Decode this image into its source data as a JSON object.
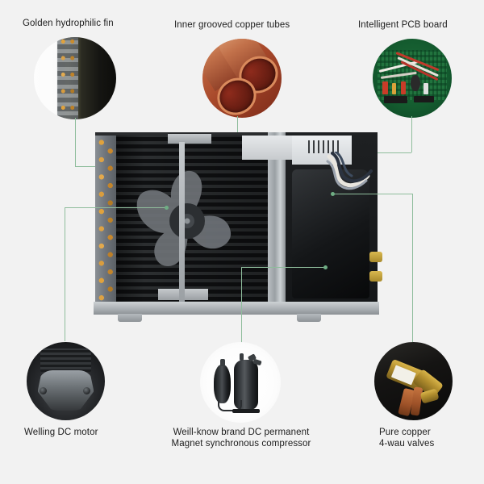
{
  "page": {
    "background_color": "#f2f2f2",
    "connector_color": "#8fbd9c",
    "text_color": "#1c1c1c"
  },
  "callouts": [
    {
      "id": "golden-hydrophilic-fin",
      "label": "Golden hydrophilic fin",
      "thumb": "fin-photo",
      "position": "top-left"
    },
    {
      "id": "inner-grooved-copper-tubes",
      "label": "Inner grooved copper tubes",
      "thumb": "copper-tubes-photo",
      "position": "top-center"
    },
    {
      "id": "intelligent-pcb-board",
      "label": "Intelligent PCB board",
      "thumb": "pcb-photo",
      "position": "top-right"
    },
    {
      "id": "welling-dc-motor",
      "label": "Welling DC motor",
      "thumb": "motor-photo",
      "position": "bottom-left"
    },
    {
      "id": "dc-permanent-magnet-compressor",
      "label": "Weill-know brand DC permanent\nMagnet synchronous compressor",
      "thumb": "compressor-photo",
      "position": "bottom-center"
    },
    {
      "id": "pure-copper-4-way-valves",
      "label": "Pure copper\n4-wau valves",
      "thumb": "valves-photo",
      "position": "bottom-right"
    }
  ],
  "product": {
    "name": "air-conditioner-outdoor-unit-cutaway",
    "parts": [
      "golden-fin-heat-exchanger-coil",
      "axial-fan",
      "condenser-fin-stack",
      "center-divider-panel",
      "pcb-control-box",
      "wiring-harness",
      "compressor-compartment",
      "copper-service-valves",
      "mounting-base-feet"
    ]
  }
}
